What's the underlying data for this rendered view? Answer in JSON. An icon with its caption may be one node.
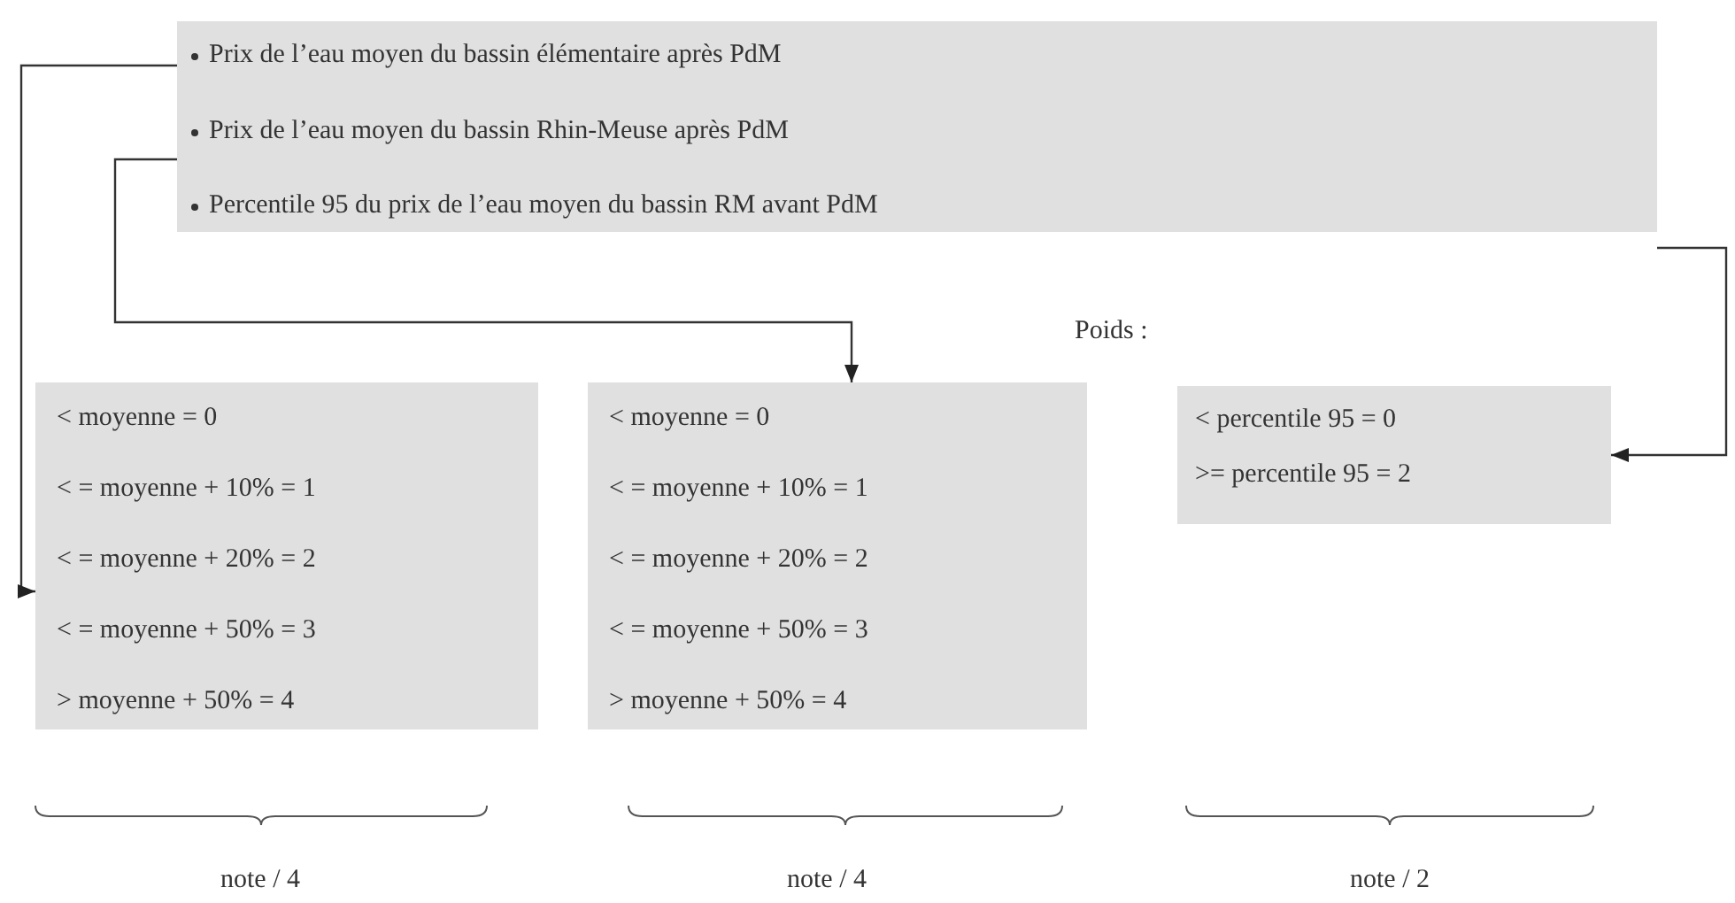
{
  "diagram": {
    "nodes": [
      {
        "text": [
          "Prix de l’eau moyen du bassin élémentaire après PdM",
          "Prix de l’eau moyen du bassin Rhin-Meuse après PdM",
          "Percentile 95 du prix de l’eau moyen du bassin RM avant PdM"
        ]
      },
      {
        "text": [
          "< moyenne = 0",
          "< = moyenne + 10% = 1",
          "< = moyenne + 20% = 2",
          "< = moyenne + 50% = 3",
          "> moyenne + 50% = 4"
        ]
      },
      {
        "text": [
          "< moyenne = 0",
          "< = moyenne + 10% = 1",
          "< = moyenne + 20% = 2",
          "< = moyenne + 50% = 3",
          "> moyenne + 50% = 4"
        ]
      },
      {
        "text": [
          "< percentile 95 = 0",
          ">= percentile 95 = 2"
        ]
      }
    ],
    "edges": [
      {
        "from": 0,
        "to": 1,
        "arrow": "to"
      },
      {
        "from": 0,
        "to": 2,
        "arrow": "to"
      },
      {
        "from": 0,
        "to": 3,
        "arrow": "to"
      }
    ],
    "labels": [
      "Poids :",
      "note / 4",
      "note / 4",
      "note / 2"
    ]
  }
}
